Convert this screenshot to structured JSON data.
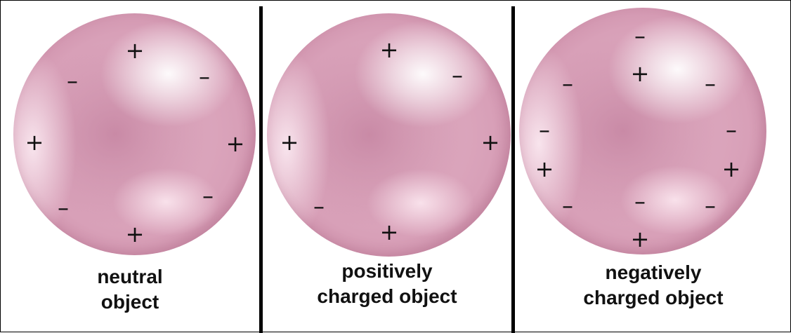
{
  "panels": [
    {
      "caption_line1": "neutral",
      "caption_line2": "object",
      "charge_plus": "+",
      "charge_minus": "–"
    },
    {
      "caption_line1": "positively",
      "caption_line2": "charged object",
      "charge_plus": "+",
      "charge_minus": "–"
    },
    {
      "caption_line1": "negatively",
      "caption_line2": "charged object",
      "charge_plus": "+",
      "charge_minus": "–"
    }
  ]
}
